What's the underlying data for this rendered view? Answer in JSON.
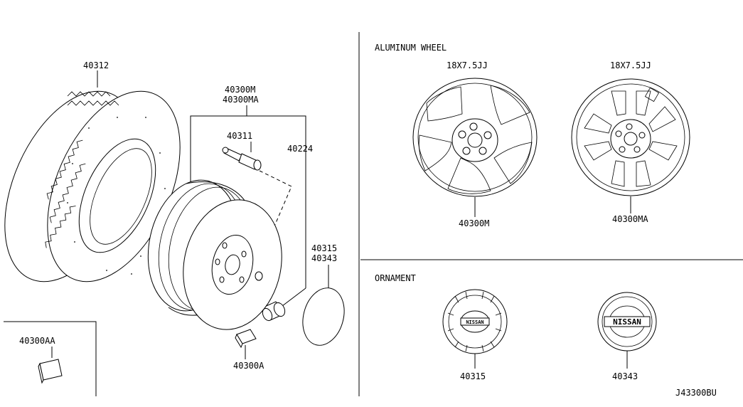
{
  "sections": {
    "aluminum_wheel": "ALUMINUM WHEEL",
    "ornament": "ORNAMENT"
  },
  "parts": {
    "tire": "40312",
    "wheel_assembly_1": "40300M",
    "wheel_assembly_2": "40300MA",
    "valve": "40311",
    "nut": "40224",
    "cap_1": "40315",
    "cap_2": "40343",
    "balance_weight": "40300A",
    "weight_alt": "40300AA",
    "wheel_m": "40300M",
    "wheel_ma": "40300MA",
    "ornament_1": "40315",
    "ornament_2": "40343"
  },
  "sizes": {
    "wheel_m": "18X7.5JJ",
    "wheel_ma": "18X7.5JJ"
  },
  "emblem": {
    "brand": "NISSAN"
  },
  "diagram_code": "J43300BU"
}
